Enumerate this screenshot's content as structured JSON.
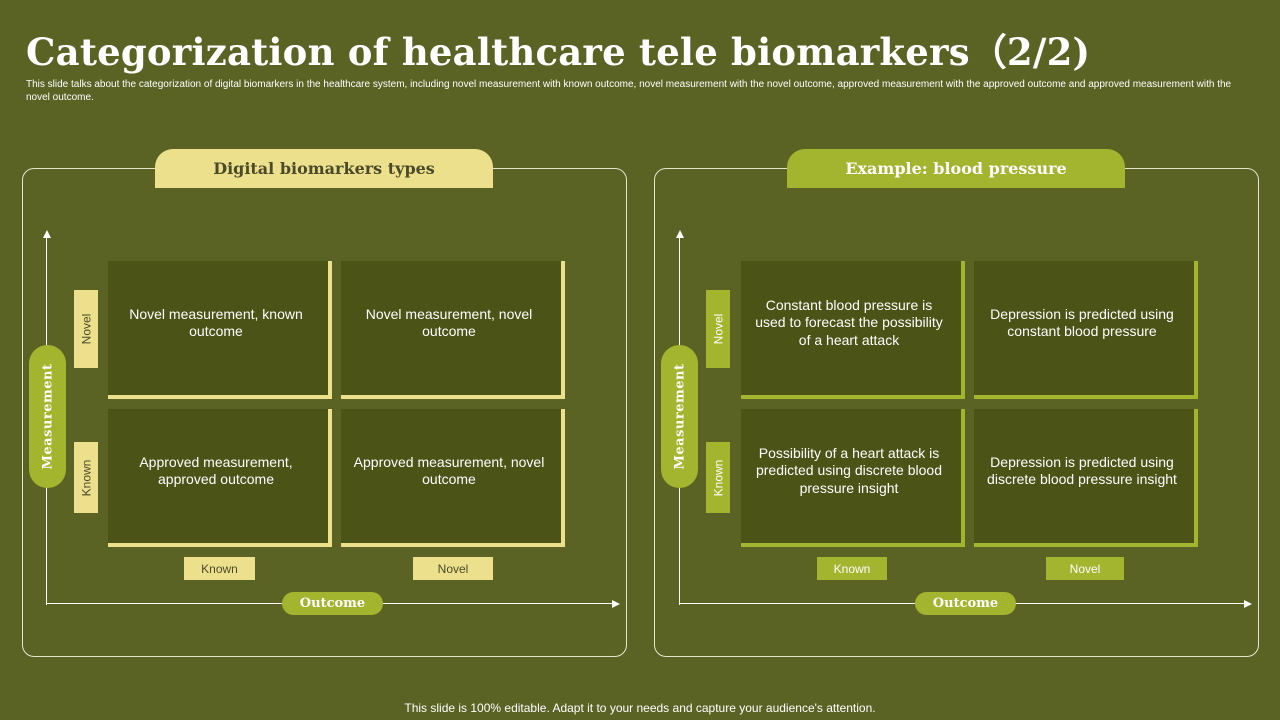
{
  "title": "Categorization of healthcare tele biomarkers（2/2)",
  "description": "This slide talks about the categorization of digital biomarkers in the healthcare system, including novel measurement with known outcome, novel measurement with the novel outcome, approved measurement with the approved outcome and approved measurement with the novel outcome.",
  "footer": "This slide is 100% editable. Adapt it to your needs and capture your audience's attention.",
  "colors": {
    "background": "#5a6324",
    "cell": "#4b5316",
    "accent_yellow": "#ede08c",
    "accent_green": "#a3b42f"
  },
  "left_panel": {
    "heading": "Digital biomarkers types",
    "y_axis_label": "Measurement",
    "x_axis_label": "Outcome",
    "row_labels": [
      "Novel",
      "Known"
    ],
    "col_labels": [
      "Known",
      "Novel"
    ],
    "cells": [
      "Novel measurement, known outcome",
      "Novel measurement, novel outcome",
      "Approved measurement, approved outcome",
      "Approved measurement, novel outcome"
    ]
  },
  "right_panel": {
    "heading": "Example: blood pressure",
    "y_axis_label": "Measurement",
    "x_axis_label": "Outcome",
    "row_labels": [
      "Novel",
      "Known"
    ],
    "col_labels": [
      "Known",
      "Novel"
    ],
    "cells": [
      "Constant blood pressure is used to forecast the possibility of a heart attack",
      "Depression is predicted using constant blood pressure",
      "Possibility of a heart attack is predicted using discrete blood pressure insight",
      "Depression is predicted using discrete blood pressure insight"
    ]
  }
}
